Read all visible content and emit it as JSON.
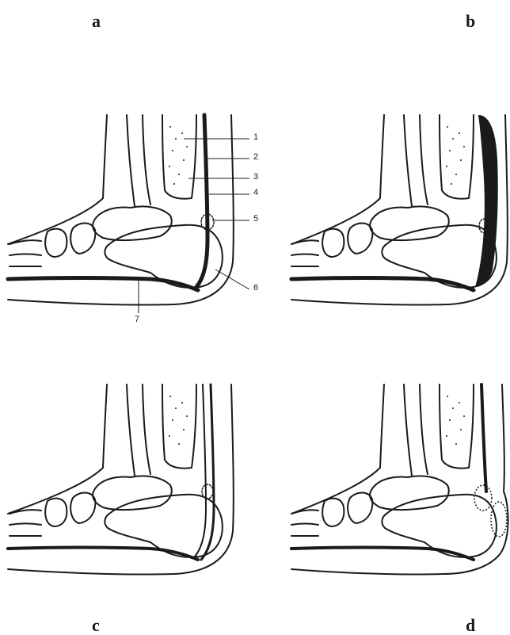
{
  "panels": [
    {
      "id": "a",
      "label": "a"
    },
    {
      "id": "b",
      "label": "b"
    },
    {
      "id": "c",
      "label": "c"
    },
    {
      "id": "d",
      "label": "d"
    }
  ],
  "numbered_labels": [
    "1",
    "2",
    "3",
    "4",
    "5",
    "6",
    "7"
  ],
  "colors": {
    "ink": "#1a1a1a",
    "paper": "#ffffff"
  }
}
